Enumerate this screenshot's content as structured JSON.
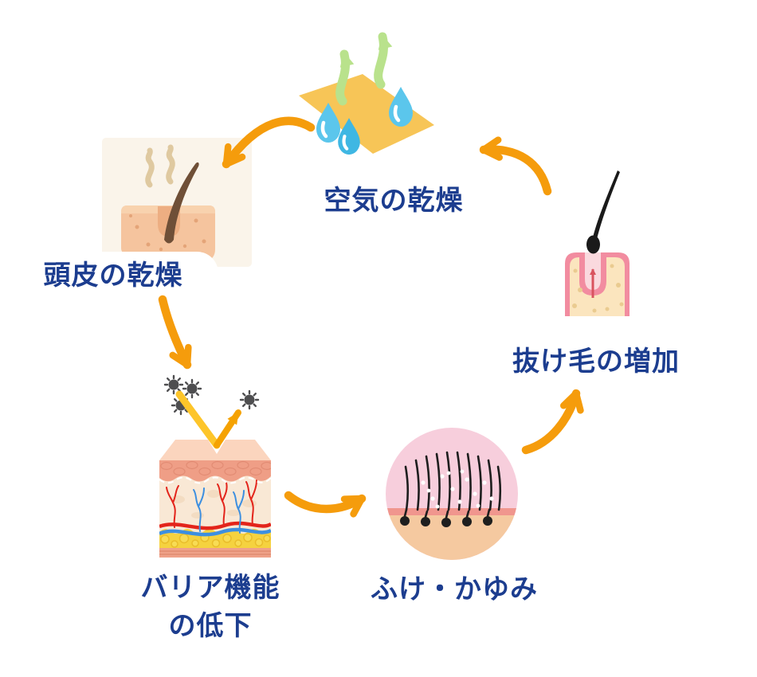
{
  "diagram": {
    "type": "cycle",
    "background_color": "#FFFFFF",
    "label_text_color": "#1C3D8F",
    "arrow_color": "#F59C0C",
    "nodes": [
      {
        "id": "air-dryness",
        "label": "空気の乾燥",
        "icon": "evaporation-icon"
      },
      {
        "id": "scalp-dryness",
        "label": "頭皮の乾燥",
        "icon": "dry-scalp-icon"
      },
      {
        "id": "barrier-function-decline",
        "label": "バリア機能",
        "label2": "の低下",
        "icon": "skin-barrier-icon"
      },
      {
        "id": "dandruff-itching",
        "label": "ふけ・かゆみ",
        "icon": "dandruff-scalp-icon"
      },
      {
        "id": "hair-loss-increase",
        "label": "抜け毛の増加",
        "icon": "hair-follicle-icon"
      }
    ],
    "edges": [
      {
        "from": "air-dryness",
        "to": "scalp-dryness"
      },
      {
        "from": "scalp-dryness",
        "to": "barrier-function-decline"
      },
      {
        "from": "barrier-function-decline",
        "to": "dandruff-itching"
      },
      {
        "from": "dandruff-itching",
        "to": "hair-loss-increase"
      },
      {
        "from": "hair-loss-increase",
        "to": "air-dryness"
      }
    ],
    "palette": {
      "surface_yellow": "#F7C557",
      "water_drop_blue": "#5BC6EC",
      "steam_arrow_green": "#B9E28C",
      "skin_peach": "#F5C49E",
      "cream_box": "#FAF4EA",
      "germ_gray": "#4E4E50",
      "follicle_pink": "#F28CA0"
    }
  }
}
